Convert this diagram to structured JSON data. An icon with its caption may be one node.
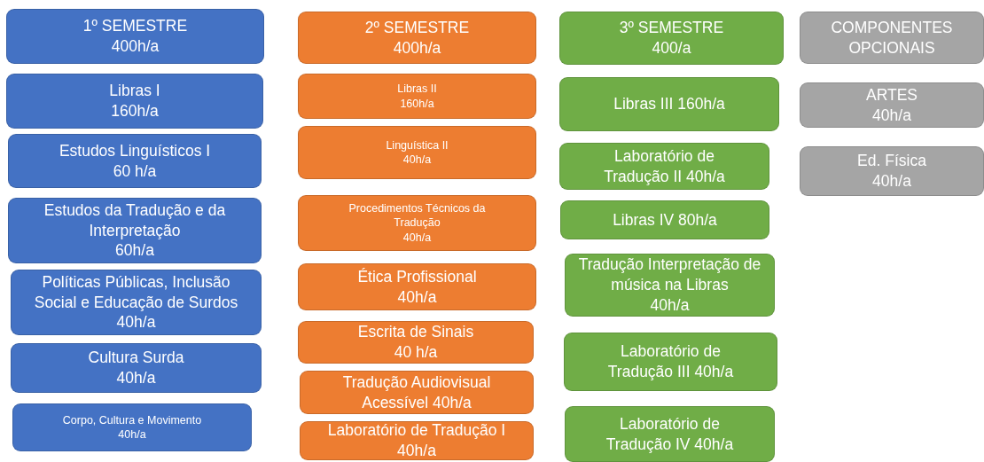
{
  "diagram": {
    "nodes": [
      {
        "text": [
          "1º SEMESTRE",
          "400h/a"
        ]
      },
      {
        "text": [
          "Libras I",
          "160h/a"
        ]
      },
      {
        "text": [
          "Estudos Linguísticos I",
          "60 h/a"
        ]
      },
      {
        "text": [
          "Estudos da Tradução e da Interpretação",
          "60h/a"
        ]
      },
      {
        "text": [
          "Políticas Públicas, Inclusão Social e Educação de Surdos 40h/a"
        ]
      },
      {
        "text": [
          "Cultura Surda",
          "40h/a"
        ]
      },
      {
        "text": [
          "Corpo, Cultura e Movimento",
          "40h/a"
        ]
      },
      {
        "text": [
          "2º SEMESTRE",
          "400h/a"
        ]
      },
      {
        "text": [
          "Libras II",
          "160h/a"
        ]
      },
      {
        "text": [
          "Linguística II",
          "40h/a"
        ]
      },
      {
        "text": [
          "Procedimentos Técnicos da Tradução",
          "40h/a"
        ]
      },
      {
        "text": [
          "Ética Profissional",
          "40h/a"
        ]
      },
      {
        "text": [
          "Escrita de Sinais",
          "40 h/a"
        ]
      },
      {
        "text": [
          "Tradução Audiovisual Acessível 40h/a"
        ]
      },
      {
        "text": [
          "Laboratório de Tradução I",
          "40h/a"
        ]
      },
      {
        "text": [
          "3º SEMESTRE",
          "400/a"
        ]
      },
      {
        "text": [
          "Libras III 160h/a"
        ]
      },
      {
        "text": [
          "Laboratório de Tradução II 40h/a"
        ]
      },
      {
        "text": [
          "Libras IV 80h/a"
        ]
      },
      {
        "text": [
          "Tradução Interpretação de música na Libras",
          "40h/a"
        ]
      },
      {
        "text": [
          "Laboratório de Tradução III 40h/a"
        ]
      },
      {
        "text": [
          "Laboratório de Tradução IV 40h/a"
        ]
      },
      {
        "text": [
          "COMPONENTES OPCIONAIS"
        ]
      },
      {
        "text": [
          "ARTES",
          "40h/a"
        ]
      },
      {
        "text": [
          "Ed. Física",
          "40h/a"
        ]
      }
    ]
  }
}
